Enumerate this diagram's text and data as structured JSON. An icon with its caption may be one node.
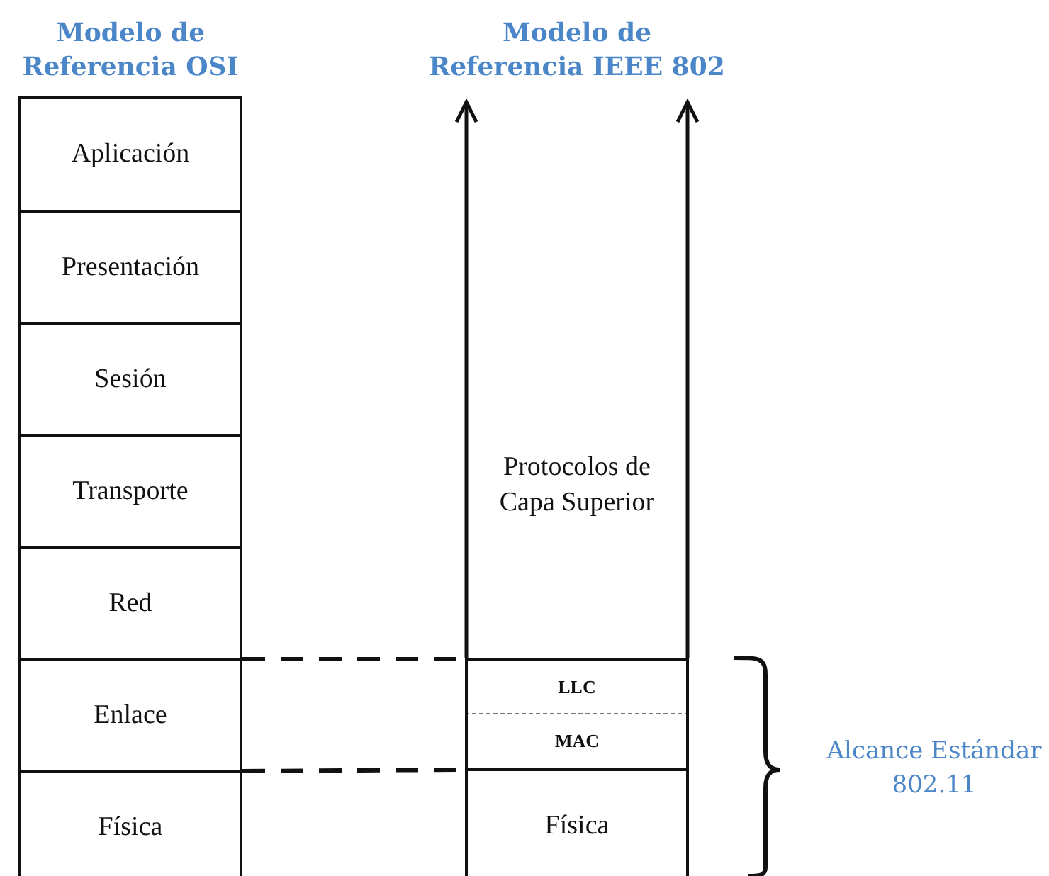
{
  "diagram": {
    "nodes": [
      {
        "text": [
          "Aplicación"
        ]
      },
      {
        "text": [
          "Presentación"
        ]
      },
      {
        "text": [
          "Sesión"
        ]
      },
      {
        "text": [
          "Transporte"
        ]
      },
      {
        "text": [
          "Red"
        ]
      },
      {
        "text": [
          "Enlace"
        ]
      },
      {
        "text": [
          "Física"
        ]
      },
      {
        "text": [
          "Protocolos de Capa Superior"
        ]
      },
      {
        "text": [
          "LLC"
        ]
      },
      {
        "text": [
          "MAC"
        ]
      },
      {
        "text": [
          "Física"
        ]
      }
    ],
    "edges": [
      {
        "from": 5,
        "to": 8,
        "arrow": "none",
        "style": "dashed"
      },
      {
        "from": 5,
        "to": 9,
        "arrow": "none",
        "style": "dashed"
      }
    ],
    "labels": [
      "Modelo de Referencia OSI",
      "Modelo de Referencia IEEE 802",
      "Alcance Estándar 802.11"
    ]
  }
}
